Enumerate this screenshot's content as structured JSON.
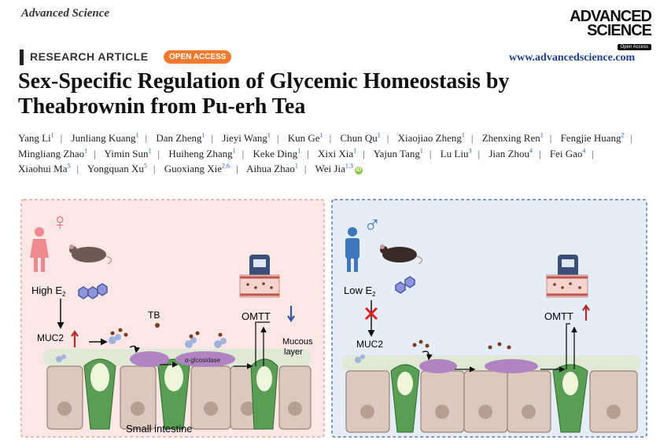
{
  "header": {
    "journal_name": "Advanced Science",
    "logo_line1": "ADVANCED",
    "logo_line2": "SCIENCE",
    "logo_badge": "Open Access",
    "website": "www.advancedscience.com"
  },
  "article": {
    "type": "RESEARCH ARTICLE",
    "badge": "OPEN ACCESS",
    "title": "Sex-Specific Regulation of Glycemic Homeostasis by Theabrownin from Pu-erh Tea",
    "authors": [
      {
        "name": "Yang Li",
        "aff": "1"
      },
      {
        "name": "Junliang Kuang",
        "aff": "1"
      },
      {
        "name": "Dan Zheng",
        "aff": "1"
      },
      {
        "name": "Jieyi Wang",
        "aff": "1"
      },
      {
        "name": "Kun Ge",
        "aff": "1"
      },
      {
        "name": "Chun Qu",
        "aff": "1"
      },
      {
        "name": "Xiaojiao Zheng",
        "aff": "1"
      },
      {
        "name": "Zhenxing Ren",
        "aff": "1"
      },
      {
        "name": "Fengjie Huang",
        "aff": "2"
      },
      {
        "name": "Mingliang Zhao",
        "aff": "1"
      },
      {
        "name": "Yimin Sun",
        "aff": "1"
      },
      {
        "name": "Huiheng Zhang",
        "aff": "1"
      },
      {
        "name": "Keke Ding",
        "aff": "1"
      },
      {
        "name": "Xixi Xia",
        "aff": "1"
      },
      {
        "name": "Yajun Tang",
        "aff": "1"
      },
      {
        "name": "Lu Liu",
        "aff": "3"
      },
      {
        "name": "Jian Zhou",
        "aff": "4"
      },
      {
        "name": "Fei Gao",
        "aff": "4"
      },
      {
        "name": "Xiaohui Ma",
        "aff": "5"
      },
      {
        "name": "Yongquan Xu",
        "aff": "5"
      },
      {
        "name": "Guoxiang Xie",
        "aff": "2,6"
      },
      {
        "name": "Aihua Zhao",
        "aff": "1"
      },
      {
        "name": "Wei Jia",
        "aff": "1,3"
      }
    ],
    "orcid_glyph": "iD"
  },
  "figure": {
    "female": {
      "symbol": "♀",
      "estrogen_label": "High E",
      "estrogen_sub": "2",
      "muc2": "MUC2",
      "tb": "TB",
      "enzyme": "α-glcosidase",
      "omtt": "OMTT",
      "mucous_line1": "Mucous",
      "mucous_line2": "layer",
      "intestine": "Small intestine"
    },
    "male": {
      "symbol": "♂",
      "estrogen_label": "Low E",
      "estrogen_sub": "2",
      "muc2": "MUC2",
      "omtt": "OMTT"
    },
    "colors": {
      "female_bg": "#fbe8e6",
      "male_bg": "#e5edf7",
      "female_symbol": "#e8707a",
      "male_symbol": "#3f78b9",
      "mucus": "#dfe9d6",
      "cell": "#dcc9bd",
      "goblet": "#5a9d55",
      "enzyme": "#b084c2",
      "tb_particle": "#7a3d22",
      "up_arrow": "#b52b2b",
      "down_arrow": "#3457a2",
      "cross": "#e02020"
    }
  }
}
